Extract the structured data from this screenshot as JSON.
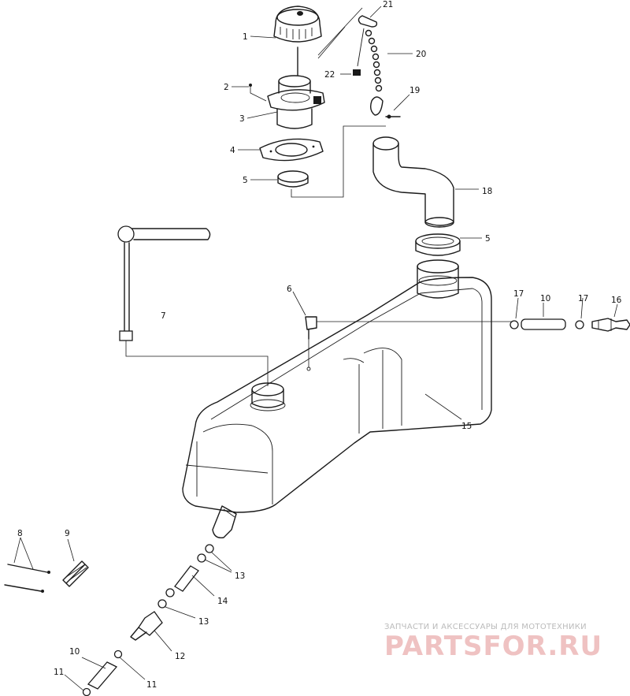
{
  "callouts": {
    "c1": "1",
    "c2": "2",
    "c3": "3",
    "c4": "4",
    "c5a": "5",
    "c5b": "5",
    "c6": "6",
    "c7": "7",
    "c8": "8",
    "c9": "9",
    "c10a": "10",
    "c10b": "10",
    "c11a": "11",
    "c11b": "11",
    "c12": "12",
    "c13a": "13",
    "c13b": "13",
    "c14": "14",
    "c15": "15",
    "c16": "16",
    "c17a": "17",
    "c17b": "17",
    "c18": "18",
    "c19": "19",
    "c20": "20",
    "c21": "21",
    "c22": "22"
  },
  "watermark": {
    "tagline": "ЗАПЧАСТИ И АКСЕССУАРЫ ДЛЯ МОТОТЕХНИКИ",
    "brand": "PARTSFOR.RU",
    "color": "#e8a0a0"
  }
}
